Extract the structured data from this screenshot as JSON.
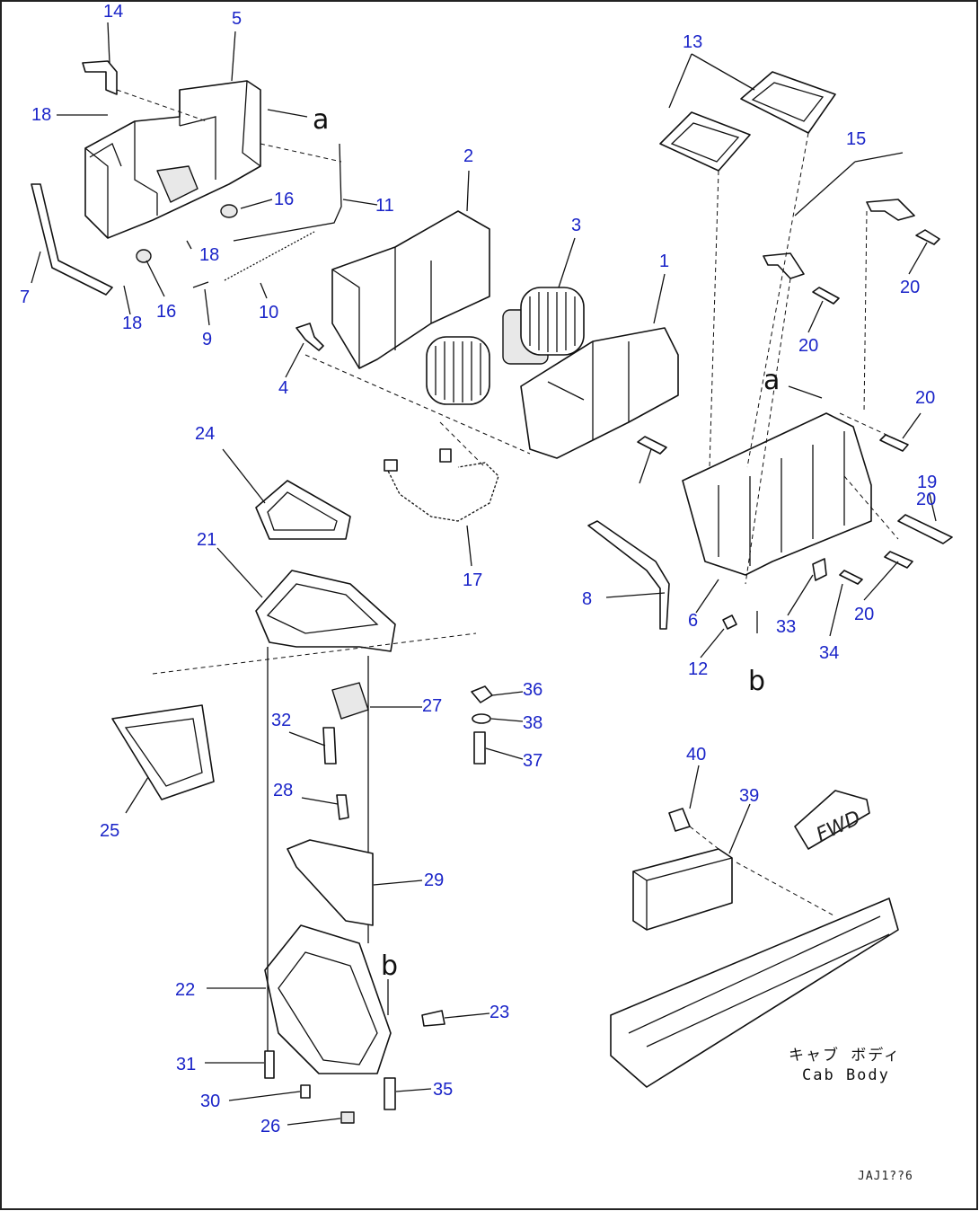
{
  "labels": [
    {
      "id": "14",
      "text": "14"
    },
    {
      "id": "5",
      "text": "5"
    },
    {
      "id": "18a",
      "text": "18"
    },
    {
      "id": "16a",
      "text": "16"
    },
    {
      "id": "11",
      "text": "11"
    },
    {
      "id": "18b",
      "text": "18"
    },
    {
      "id": "7",
      "text": "7"
    },
    {
      "id": "16b",
      "text": "16"
    },
    {
      "id": "18c",
      "text": "18"
    },
    {
      "id": "9",
      "text": "9"
    },
    {
      "id": "10",
      "text": "10"
    },
    {
      "id": "4",
      "text": "4"
    },
    {
      "id": "2",
      "text": "2"
    },
    {
      "id": "3",
      "text": "3"
    },
    {
      "id": "1",
      "text": "1"
    },
    {
      "id": "13",
      "text": "13"
    },
    {
      "id": "15",
      "text": "15"
    },
    {
      "id": "20a",
      "text": "20"
    },
    {
      "id": "20b",
      "text": "20"
    },
    {
      "id": "20c",
      "text": "20"
    },
    {
      "id": "20d",
      "text": "20"
    },
    {
      "id": "20e",
      "text": "20"
    },
    {
      "id": "19",
      "text": "19"
    },
    {
      "id": "24",
      "text": "24"
    },
    {
      "id": "17",
      "text": "17"
    },
    {
      "id": "8",
      "text": "8"
    },
    {
      "id": "6",
      "text": "6"
    },
    {
      "id": "12",
      "text": "12"
    },
    {
      "id": "33",
      "text": "33"
    },
    {
      "id": "34",
      "text": "34"
    },
    {
      "id": "21",
      "text": "21"
    },
    {
      "id": "36",
      "text": "36"
    },
    {
      "id": "38",
      "text": "38"
    },
    {
      "id": "37",
      "text": "37"
    },
    {
      "id": "27",
      "text": "27"
    },
    {
      "id": "32",
      "text": "32"
    },
    {
      "id": "25",
      "text": "25"
    },
    {
      "id": "28",
      "text": "28"
    },
    {
      "id": "29",
      "text": "29"
    },
    {
      "id": "40",
      "text": "40"
    },
    {
      "id": "39",
      "text": "39"
    },
    {
      "id": "22",
      "text": "22"
    },
    {
      "id": "23",
      "text": "23"
    },
    {
      "id": "31",
      "text": "31"
    },
    {
      "id": "30",
      "text": "30"
    },
    {
      "id": "35",
      "text": "35"
    },
    {
      "id": "26",
      "text": "26"
    }
  ],
  "refs": {
    "a1": "a",
    "a2": "a",
    "b1": "b",
    "b2": "b"
  },
  "cab_body_jp": "キャブ ボディ",
  "cab_body_en": "Cab Body",
  "fwd": "FWD",
  "drawing_code": "JAJ1??6",
  "colors": {
    "label": "#1a24c8",
    "line": "#111111"
  }
}
